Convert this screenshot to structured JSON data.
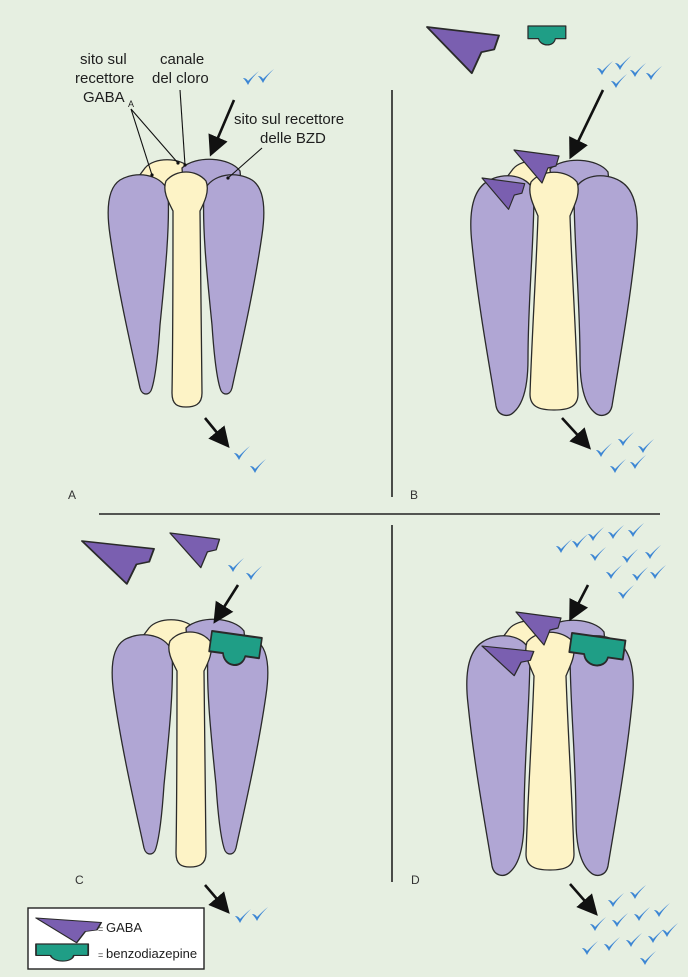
{
  "colors": {
    "background": "#e6efe1",
    "subunit_purple": "#b0a6d4",
    "channel_cream": "#fdf3c6",
    "gaba": "#7a5fb0",
    "benzodiazepine": "#1f9e86",
    "chloride_ion": "#3c86d4",
    "arrow": "#111111",
    "outline": "#2a2a2a"
  },
  "labels": {
    "gaba_site_line1": "sito sul",
    "gaba_site_line2": "recettore",
    "gaba_site_line3": "GABA",
    "gaba_site_sub": "A",
    "chloride_channel_line1": "canale",
    "chloride_channel_line2": "del cloro",
    "bzd_site_line1": "sito sul recettore",
    "bzd_site_line2": "delle BZD"
  },
  "panels": {
    "a": "A",
    "b": "B",
    "c": "C",
    "d": "D"
  },
  "legend": {
    "eq_gaba": "=",
    "gaba": "GABA",
    "eq_bzd": "=",
    "benzodiazepine": "benzodiazepine"
  },
  "icons": {
    "ion": "check-shaped-chloride-ion-icon",
    "gaba": "gaba-molecule-icon",
    "benzodiazepine": "benzodiazepine-molecule-icon"
  }
}
